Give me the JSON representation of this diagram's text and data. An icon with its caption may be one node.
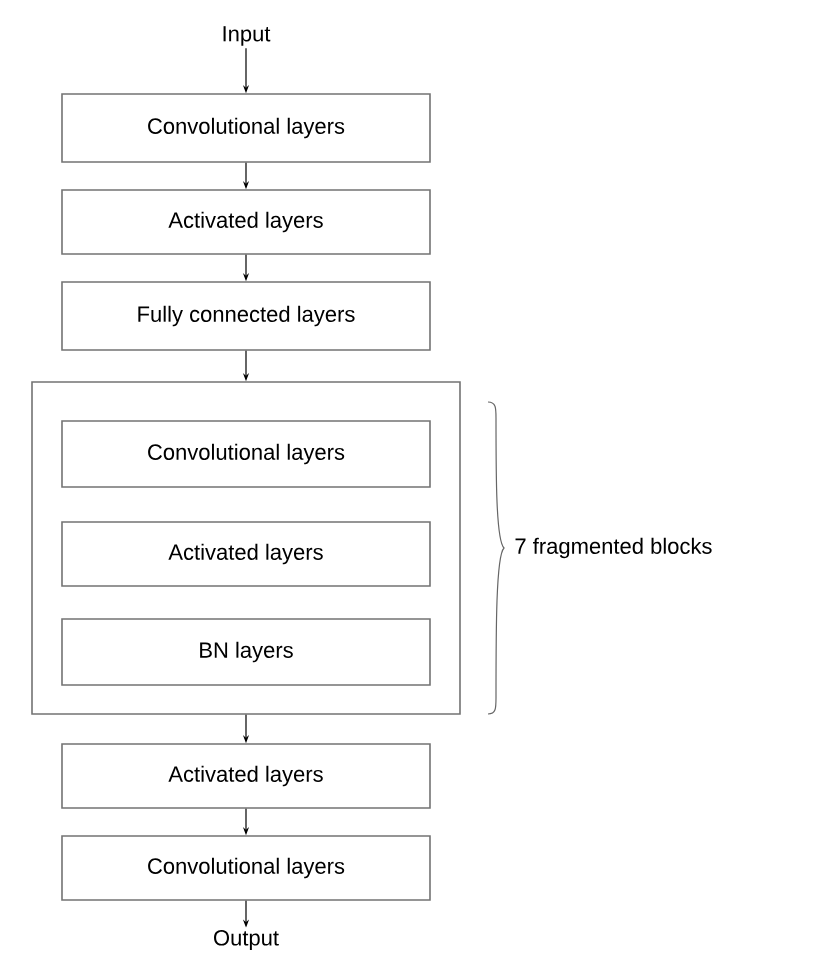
{
  "diagram": {
    "nodes": [
      {
        "text": [
          "Input"
        ]
      },
      {
        "text": [
          "Convolutional layers"
        ]
      },
      {
        "text": [
          "Activated layers"
        ]
      },
      {
        "text": [
          "Fully connected layers"
        ]
      },
      {
        "text": [],
        "shape": "box",
        "beside": [
          "7 fragmented blocks"
        ]
      },
      {
        "text": [
          "Convolutional layers"
        ],
        "in": 4
      },
      {
        "text": [
          "Activated layers"
        ],
        "in": 4
      },
      {
        "text": [
          "BN layers"
        ],
        "in": 4
      },
      {
        "text": [
          "Activated layers"
        ]
      },
      {
        "text": [
          "Convolutional layers"
        ]
      },
      {
        "text": [
          "Output"
        ]
      }
    ],
    "edges": [
      {
        "from": 0,
        "to": 1,
        "arrow": "to"
      },
      {
        "from": 1,
        "to": 2,
        "arrow": "to"
      },
      {
        "from": 2,
        "to": 3,
        "arrow": "to"
      },
      {
        "from": 3,
        "to": 4,
        "arrow": "to"
      },
      {
        "from": 4,
        "to": 8,
        "arrow": "to"
      },
      {
        "from": 8,
        "to": 9,
        "arrow": "to"
      },
      {
        "from": 9,
        "to": 10,
        "arrow": "to"
      }
    ]
  }
}
